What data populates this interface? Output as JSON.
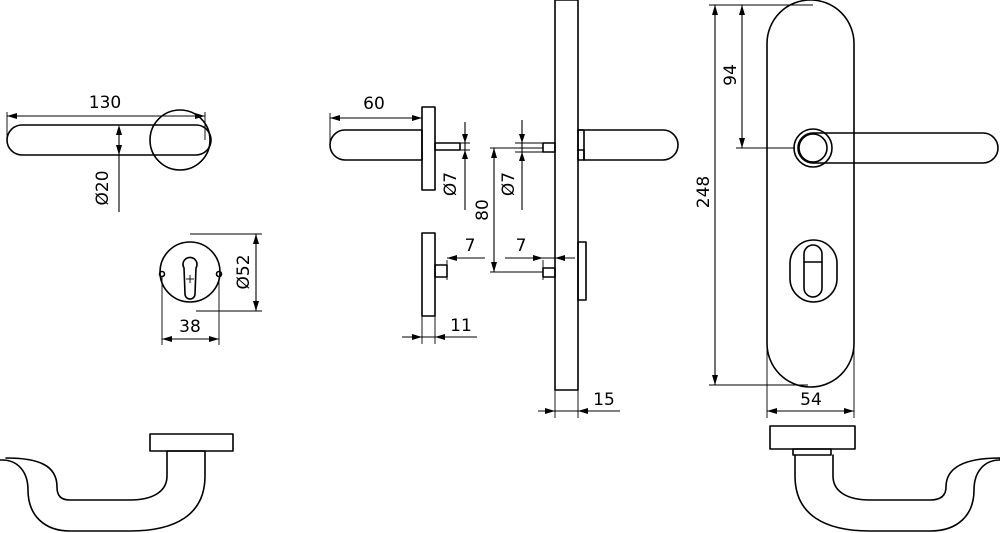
{
  "dimensions": {
    "lever_length": "130",
    "lever_diameter": "Ø20",
    "escutcheon_diameter": "Ø52",
    "escutcheon_hole_spacing": "38",
    "lever_length_side": "60",
    "pin_diameter_left": "Ø7",
    "pin_diameter_right": "Ø7",
    "handle_to_key_distance": "80",
    "pin_offset_left": "7",
    "pin_offset_right": "7",
    "rose_thickness": "11",
    "plate_thickness": "15",
    "plate_top_to_handle": "94",
    "plate_height": "248",
    "plate_width": "54"
  }
}
